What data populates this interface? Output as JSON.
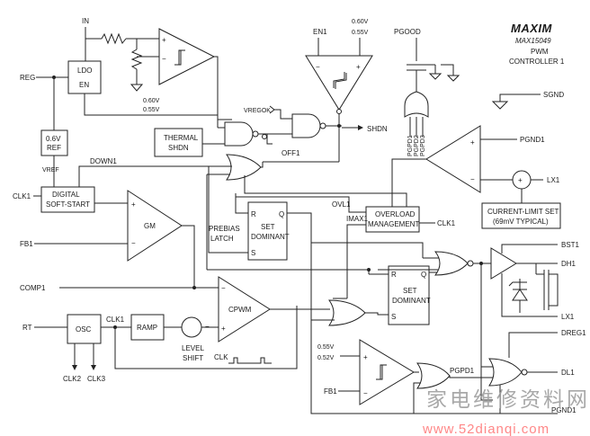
{
  "header": {
    "logo": "MAXIM",
    "part": "MAX15049",
    "subtitle_line1": "PWM",
    "subtitle_line2": "CONTROLLER 1"
  },
  "pins": {
    "in": "IN",
    "reg": "REG",
    "clk1_in": "CLK1",
    "fb1_top": "FB1",
    "comp1": "COMP1",
    "rt": "RT",
    "clk2": "CLK2",
    "clk3": "CLK3",
    "en1": "EN1",
    "pgood": "PGOOD",
    "sgnd": "SGND",
    "pgnd1_top": "PGND1",
    "lx1_top": "LX1",
    "bst1": "BST1",
    "dh1": "DH1",
    "lx1": "LX1",
    "dreg1": "DREG1",
    "dl1": "DL1",
    "pgnd1_bot": "PGND1",
    "fb1_bot": "FB1"
  },
  "blocks": {
    "ldo": "LDO",
    "ldo_en": "EN",
    "ref_line1": "0.6V",
    "ref_line2": "REF",
    "vref": "VREF",
    "softstart_line1": "DIGITAL",
    "softstart_line2": "SOFT-START",
    "thermal_line1": "THERMAL",
    "thermal_line2": "SHDN",
    "gm": "GM",
    "osc": "OSC",
    "ramp": "RAMP",
    "level_line1": "LEVEL",
    "level_line2": "SHIFT",
    "cpwm": "CPWM",
    "clk_wave": "CLK",
    "prebias_line1": "PREBIAS",
    "prebias_line2": "LATCH",
    "latch1_r": "R",
    "latch1_q": "Q",
    "latch1_s": "S",
    "latch1_line1": "SET",
    "latch1_line2": "DOMINANT",
    "latch2_r": "R",
    "latch2_q": "Q",
    "latch2_s": "S",
    "latch2_line1": "SET",
    "latch2_line2": "DOMINANT",
    "overload_line1": "OVERLOAD",
    "overload_line2": "MANAGEMENT",
    "ovl1": "OVL1",
    "imax1": "IMAX1",
    "overload_clk": "CLK1",
    "current_limit_line1": "CURRENT-LIMIT SET",
    "current_limit_line2": "(69mV TYPICAL)",
    "down1": "DOWN1",
    "vregok": "VREGOK",
    "off1": "OFF1",
    "shdn": "SHDN",
    "pgpd1": "PGPD1",
    "pgpd_list": [
      "PGPD1",
      "PGPD2",
      "PGPD3"
    ],
    "uvlo_hi": "0.60V",
    "uvlo_lo": "0.55V",
    "en_hi": "0.60V",
    "en_lo": "0.55V",
    "pg_hi": "0.55V",
    "pg_lo": "0.52V",
    "clk1_osc": "CLK1",
    "plus": "+",
    "minus": "−"
  },
  "watermark": {
    "cn": "家电维修资料网",
    "url": "www.52dianqi.com"
  }
}
